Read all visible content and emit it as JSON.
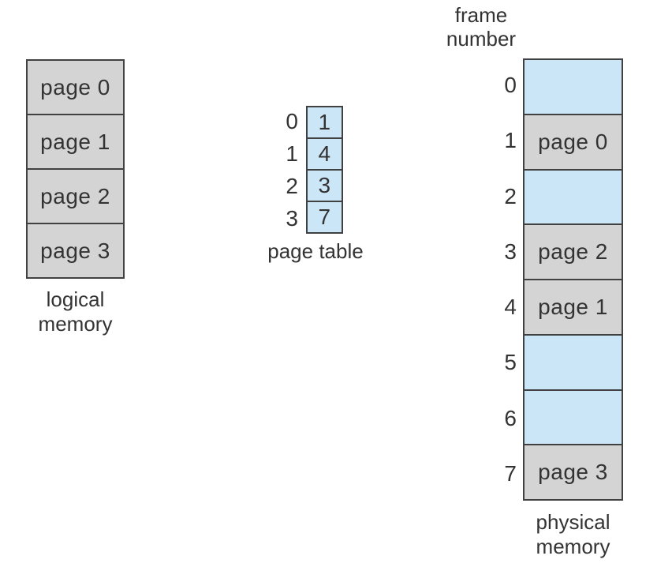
{
  "colors": {
    "background": "#ffffff",
    "gray_fill": "#d4d4d4",
    "blue_fill": "#cbe6f7",
    "border": "#414141",
    "text": "#333333"
  },
  "logical_memory": {
    "cells": [
      "page 0",
      "page 1",
      "page 2",
      "page 3"
    ],
    "label_lines": [
      "logical",
      "memory"
    ]
  },
  "page_table": {
    "label": "page table",
    "entries": [
      {
        "index": "0",
        "value": "1"
      },
      {
        "index": "1",
        "value": "4"
      },
      {
        "index": "2",
        "value": "3"
      },
      {
        "index": "3",
        "value": "7"
      }
    ]
  },
  "physical_memory": {
    "header_lines": [
      "frame",
      "number"
    ],
    "label_lines": [
      "physical",
      "memory"
    ],
    "frames": [
      {
        "number": "0",
        "content": "",
        "type": "empty"
      },
      {
        "number": "1",
        "content": "page 0",
        "type": "filled"
      },
      {
        "number": "2",
        "content": "",
        "type": "empty"
      },
      {
        "number": "3",
        "content": "page 2",
        "type": "filled"
      },
      {
        "number": "4",
        "content": "page 1",
        "type": "filled"
      },
      {
        "number": "5",
        "content": "",
        "type": "empty"
      },
      {
        "number": "6",
        "content": "",
        "type": "empty"
      },
      {
        "number": "7",
        "content": "page 3",
        "type": "filled"
      }
    ]
  }
}
